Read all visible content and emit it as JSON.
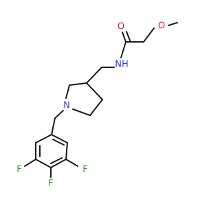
{
  "colors": {
    "bond": "#1a1a1a",
    "oxygen": "#e02020",
    "nitrogen": "#2f3fd6",
    "fluorine": "#2e9c2e"
  },
  "labels": {
    "ether_oxygen": "O",
    "carbonyl_oxygen": "O",
    "amide_nitrogen": "NH",
    "ring_nitrogen": "N",
    "fluorine_left": "F",
    "fluorine_bottom": "F",
    "fluorine_right": "F"
  }
}
